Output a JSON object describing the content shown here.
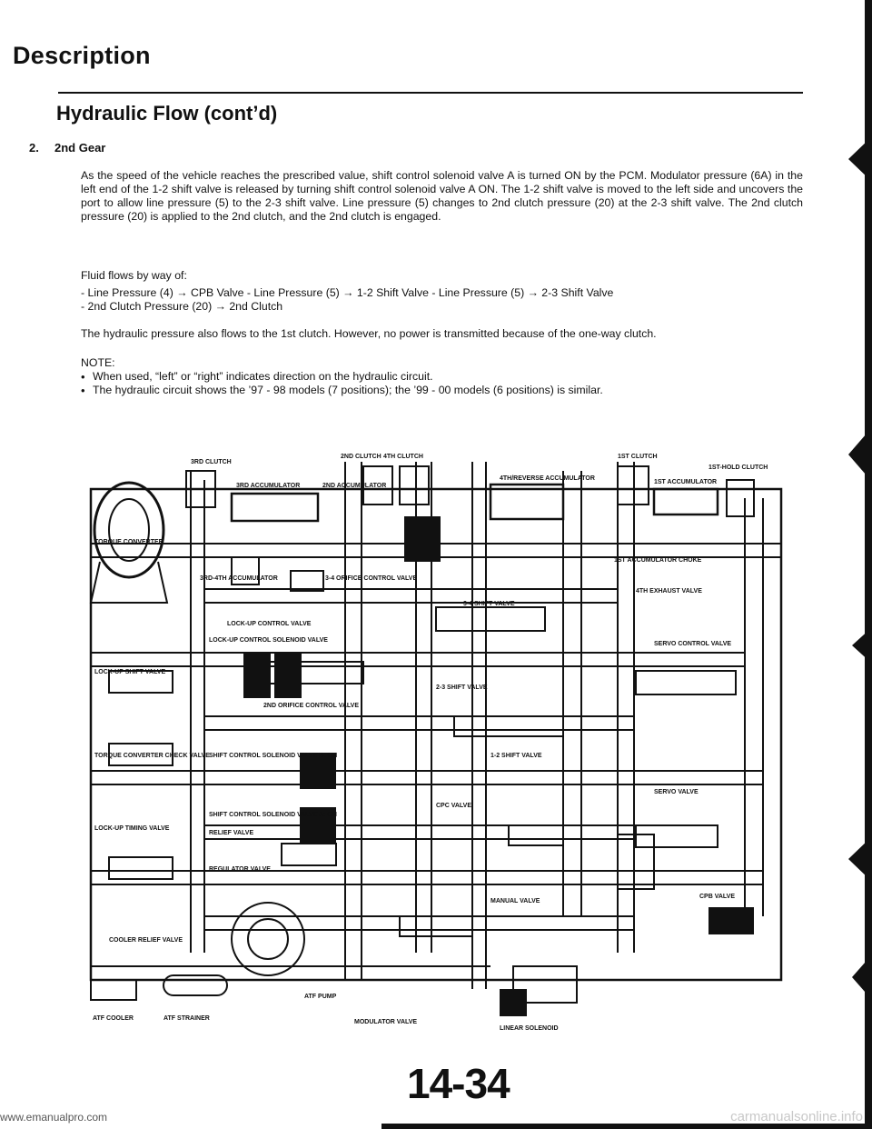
{
  "header": {
    "title": "Description",
    "section": "Hydraulic Flow (cont’d)"
  },
  "subsection": {
    "number": "2.",
    "title": "2nd Gear"
  },
  "paragraphs": {
    "intro": "As the speed of the vehicle reaches the prescribed value, shift control solenoid valve A is turned ON by the PCM. Modulator pressure (6A) in the left end of the 1-2 shift valve is released by turning shift control solenoid valve A ON. The 1-2 shift valve is moved to the left side and uncovers the port to allow line pressure (5) to the 2-3 shift valve. Line pressure (5) changes to 2nd clutch pressure (20) at the 2-3 shift valve. The 2nd clutch pressure (20) is applied to the 2nd clutch, and the 2nd clutch is engaged.",
    "flow_label": "Fluid flows by way of:",
    "flow_line_1": "- Line Pressure (4) → CPB Valve - Line Pressure (5) → 1-2 Shift Valve - Line Pressure (5) → 2-3 Shift Valve",
    "flow_line_2": "- 2nd Clutch Pressure (20) → 2nd Clutch",
    "first_clutch": "The hydraulic pressure also flows to the 1st clutch. However, no power is transmitted because of the one-way clutch."
  },
  "notes": {
    "label": "NOTE:",
    "items": [
      "When used, “left” or “right” indicates direction on the hydraulic circuit.",
      "The hydraulic circuit shows the ’97 - 98 models (7 positions); the ’99 - 00 models (6 positions) is similar."
    ]
  },
  "diagram_labels": {
    "third_clutch": "3RD CLUTCH",
    "second_clutch": "2ND CLUTCH",
    "fourth_clutch": "4TH CLUTCH",
    "first_clutch": "1ST CLUTCH",
    "first_hold_clutch": "1ST-HOLD CLUTCH",
    "third_accumulator": "3RD ACCUMULATOR",
    "second_accumulator": "2ND ACCUMULATOR",
    "fourth_reverse_accumulator": "4TH/REVERSE ACCUMULATOR",
    "first_accumulator": "1ST ACCUMULATOR",
    "first_accumulator_choke": "1ST ACCUMULATOR CHOKE",
    "torque_converter": "TORQUE CONVERTER",
    "third_fourth_accumulator": "3RD-4TH ACCUMULATOR",
    "lockup_control_valve": "LOCK-UP CONTROL VALVE",
    "three_four_orifice_control_valve": "3-4 ORIFICE CONTROL VALVE",
    "three_four_shift_valve": "3-4 SHIFT VALVE",
    "fourth_exhaust_valve": "4TH EXHAUST VALVE",
    "lockup_shift_valve": "LOCK-UP SHIFT VALVE",
    "lockup_control_solenoid_valve": "LOCK-UP CONTROL SOLENOID VALVE",
    "two_three_shift_valve": "2-3 SHIFT VALVE",
    "servo_control_valve": "SERVO CONTROL VALVE",
    "second_orifice_control_valve": "2ND ORIFICE CONTROL VALVE",
    "shift_control_solenoid_valve_b": "SHIFT CONTROL SOLENOID VALVE B: ON",
    "shift_control_solenoid_valve_a": "SHIFT CONTROL SOLENOID VALVE A: ON",
    "torque_converter_check_valve": "TORQUE CONVERTER CHECK VALVE",
    "one_two_shift_valve": "1-2 SHIFT VALVE",
    "servo_valve": "SERVO VALVE",
    "cpc_valve": "CPC VALVE",
    "lockup_timing_valve": "LOCK-UP TIMING VALVE",
    "relief_valve": "RELIEF VALVE",
    "regulator_valve": "REGULATOR VALVE",
    "manual_valve": "MANUAL VALVE",
    "cpb_valve": "CPB VALVE",
    "cooler_relief_valve": "COOLER RELIEF VALVE",
    "atf_cooler": "ATF COOLER",
    "atf_strainer": "ATF STRAINER",
    "atf_pump": "ATF PUMP",
    "modulator_valve": "MODULATOR VALVE",
    "linear_solenoid": "LINEAR SOLENOID"
  },
  "page": {
    "number": "14-34",
    "url": "www.emanualpro.com",
    "watermark": "carmanualsonline.info"
  }
}
